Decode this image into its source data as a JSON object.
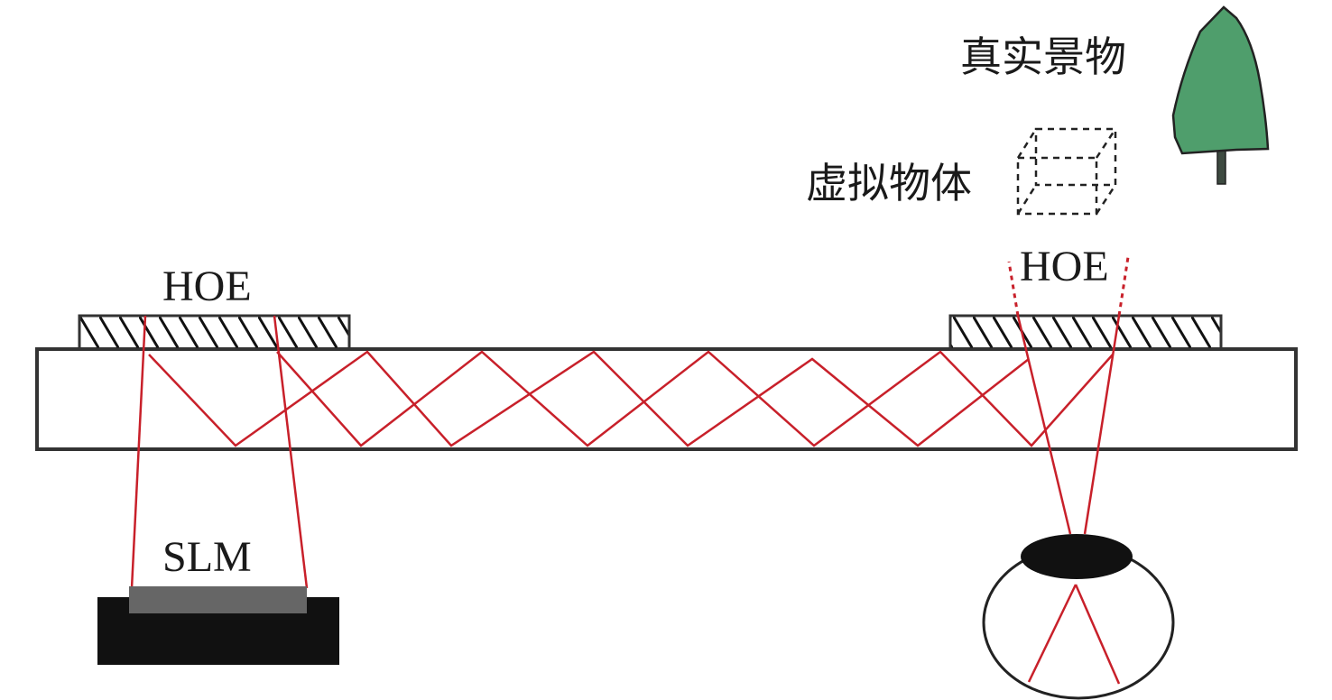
{
  "labels": {
    "hoe_left": "HOE",
    "hoe_right": "HOE",
    "slm": "SLM",
    "real_scene": "真实景物",
    "virtual_object": "虚拟物体"
  },
  "colors": {
    "ray": "#c8202a",
    "tree": "#4f9e6c",
    "outline": "#222222",
    "slm_panel": "#666666",
    "slm_base": "#111111"
  }
}
